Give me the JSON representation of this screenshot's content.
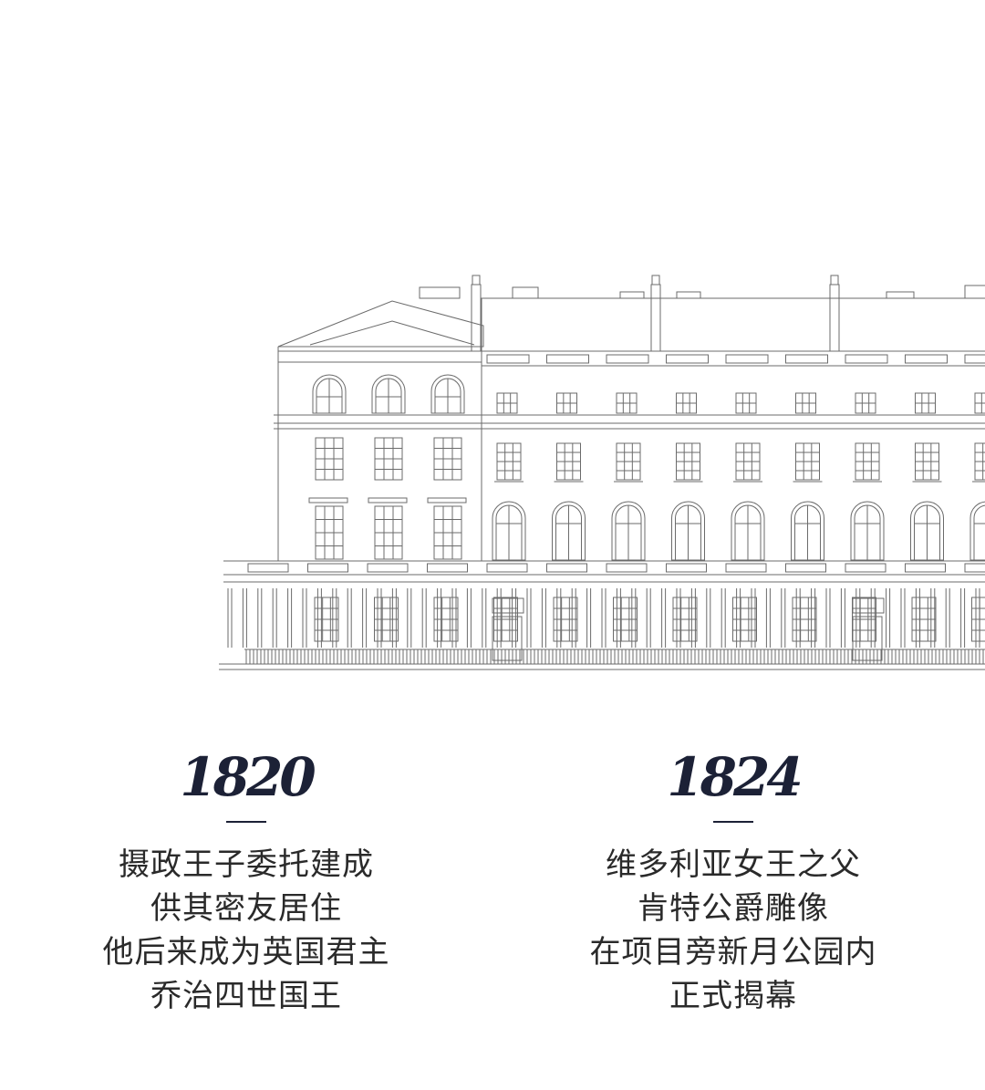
{
  "timeline": [
    {
      "year": "1820",
      "lines": [
        "摄政王子委托建成",
        "供其密友居住",
        "他后来成为英国君主",
        "乔治四世国王"
      ]
    },
    {
      "year": "1824",
      "lines": [
        "维多利亚女王之父",
        "肯特公爵雕像",
        "在项目旁新月公园内",
        "正式揭幕"
      ]
    }
  ],
  "colors": {
    "ink": "#1c2136",
    "line_art": "#6b6b6b",
    "background": "#ffffff"
  }
}
